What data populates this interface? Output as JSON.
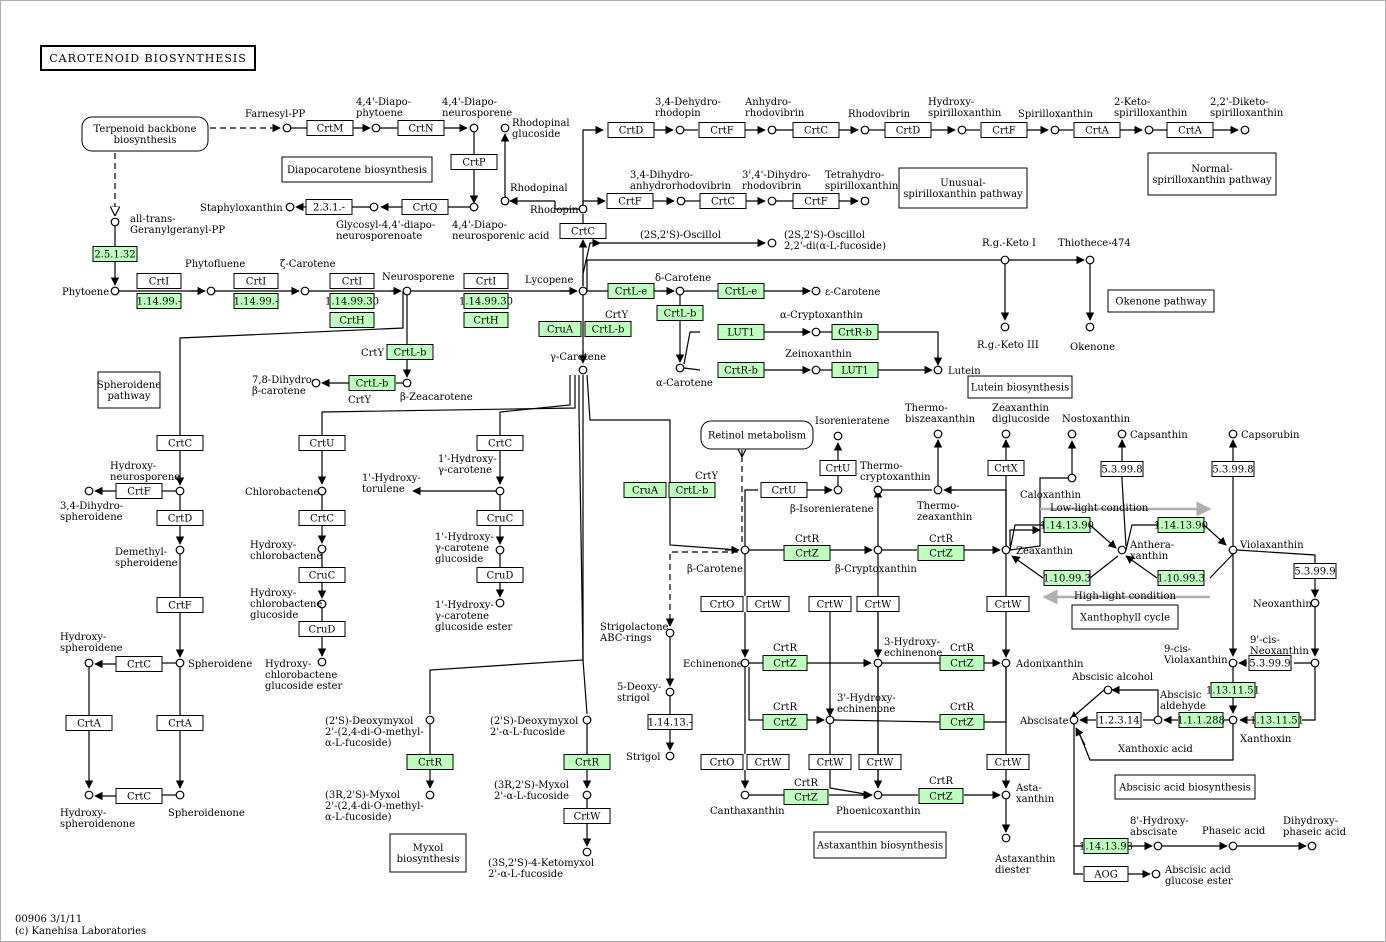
{
  "title": "CAROTENOID BIOSYNTHESIS",
  "footer": {
    "map_id": "00906 3/1/11",
    "copyright": "(c) Kanehisa Laboratories"
  },
  "colors": {
    "gene_present": "#bfffbf",
    "gene_absent": "#ffffff",
    "line": "#000000",
    "note_arrow": "#b0b0b0"
  },
  "enzymes": [
    "CrtM",
    "CrtN",
    "CrtP",
    "CrtQ",
    "2.3.1.-",
    "2.5.1.32",
    "CrtI",
    "1.14.99.-",
    "1.14.99.30",
    "CrtH",
    "CrtD",
    "CrtF",
    "CrtC",
    "CrtA",
    "CruA",
    "CrtY",
    "CrtL-e",
    "CrtL-b",
    "CrtR-b",
    "LUT1",
    "CrtU",
    "CruC",
    "CruD",
    "CrtR",
    "CrtW",
    "CrtZ",
    "CrtO",
    "CrtX",
    "1.14.13.-",
    "1.14.13.90",
    "1.10.99.3",
    "5.3.99.8",
    "5.3.99.9",
    "1.13.11.51",
    "1.1.1.288",
    "1.2.3.14",
    "1.14.13.93",
    "AOG"
  ],
  "compounds": [
    "Farnesyl-PP",
    "4,4'-Diapophytoene",
    "4,4'-Diaponeurosporene",
    "Rhodopinal glucoside",
    "Rhodopinal",
    "Rhodopin",
    "Staphyloxanthin",
    "Glycosyl-4,4'-diaponeurosporenoate",
    "4,4'-Diaponeurosporenic acid",
    "all-trans-Geranylgeranyl-PP",
    "Phytoene",
    "Phytofluene",
    "ζ-Carotene",
    "Neurosporene",
    "Lycopene",
    "γ-Carotene",
    "β-Carotene",
    "α-Carotene",
    "δ-Carotene",
    "ε-Carotene",
    "Lutein",
    "Zeinoxanthin",
    "α-Cryptoxanthin",
    "Zeaxanthin",
    "Antheraxanthin",
    "Violaxanthin",
    "Neoxanthin",
    "9'-cis-Neoxanthin",
    "9-cis-Violaxanthin",
    "Xanthoxin",
    "Abscisic aldehyde",
    "Abscisate",
    "Canthaxanthin",
    "Astaxanthin",
    "Echinenone",
    "Isorenieratene",
    "Okenone",
    "Capsanthin",
    "Capsorubin",
    "Spirilloxanthin"
  ],
  "links": [
    "Terpenoid backbone biosynthesis",
    "Diapocarotene biosynthesis",
    "Unusual-spirilloxanthin pathway",
    "Normal-spirilloxanthin pathway",
    "Okenone pathway",
    "Spheroidene pathway",
    "Lutein biosynthesis",
    "Retinol metabolism",
    "Xanthophyll cycle",
    "Myxol biosynthesis",
    "Astaxanthin biosynthesis",
    "Abscisic acid biosynthesis"
  ],
  "notes": {
    "low_light": "Low-light condition",
    "high_light": "High-light condition"
  }
}
